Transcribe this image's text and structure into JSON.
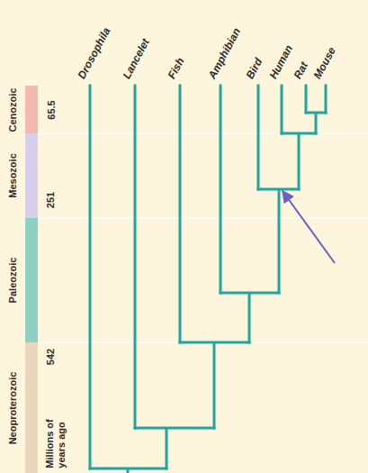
{
  "diagram": {
    "nodes": [
      {
        "text": [
          "Cenozoic"
        ]
      },
      {
        "text": [
          "Mesozoic"
        ]
      },
      {
        "text": [
          "Paleozoic"
        ]
      },
      {
        "text": [
          "Neoproterozoic"
        ]
      }
    ],
    "labels": [
      "Drosophila",
      "Lancelet",
      "Fish",
      "Amphibian",
      "Bird",
      "Human",
      "Rat",
      "Mouse",
      "65.5",
      "251",
      "542",
      "Millions of years ago"
    ]
  }
}
